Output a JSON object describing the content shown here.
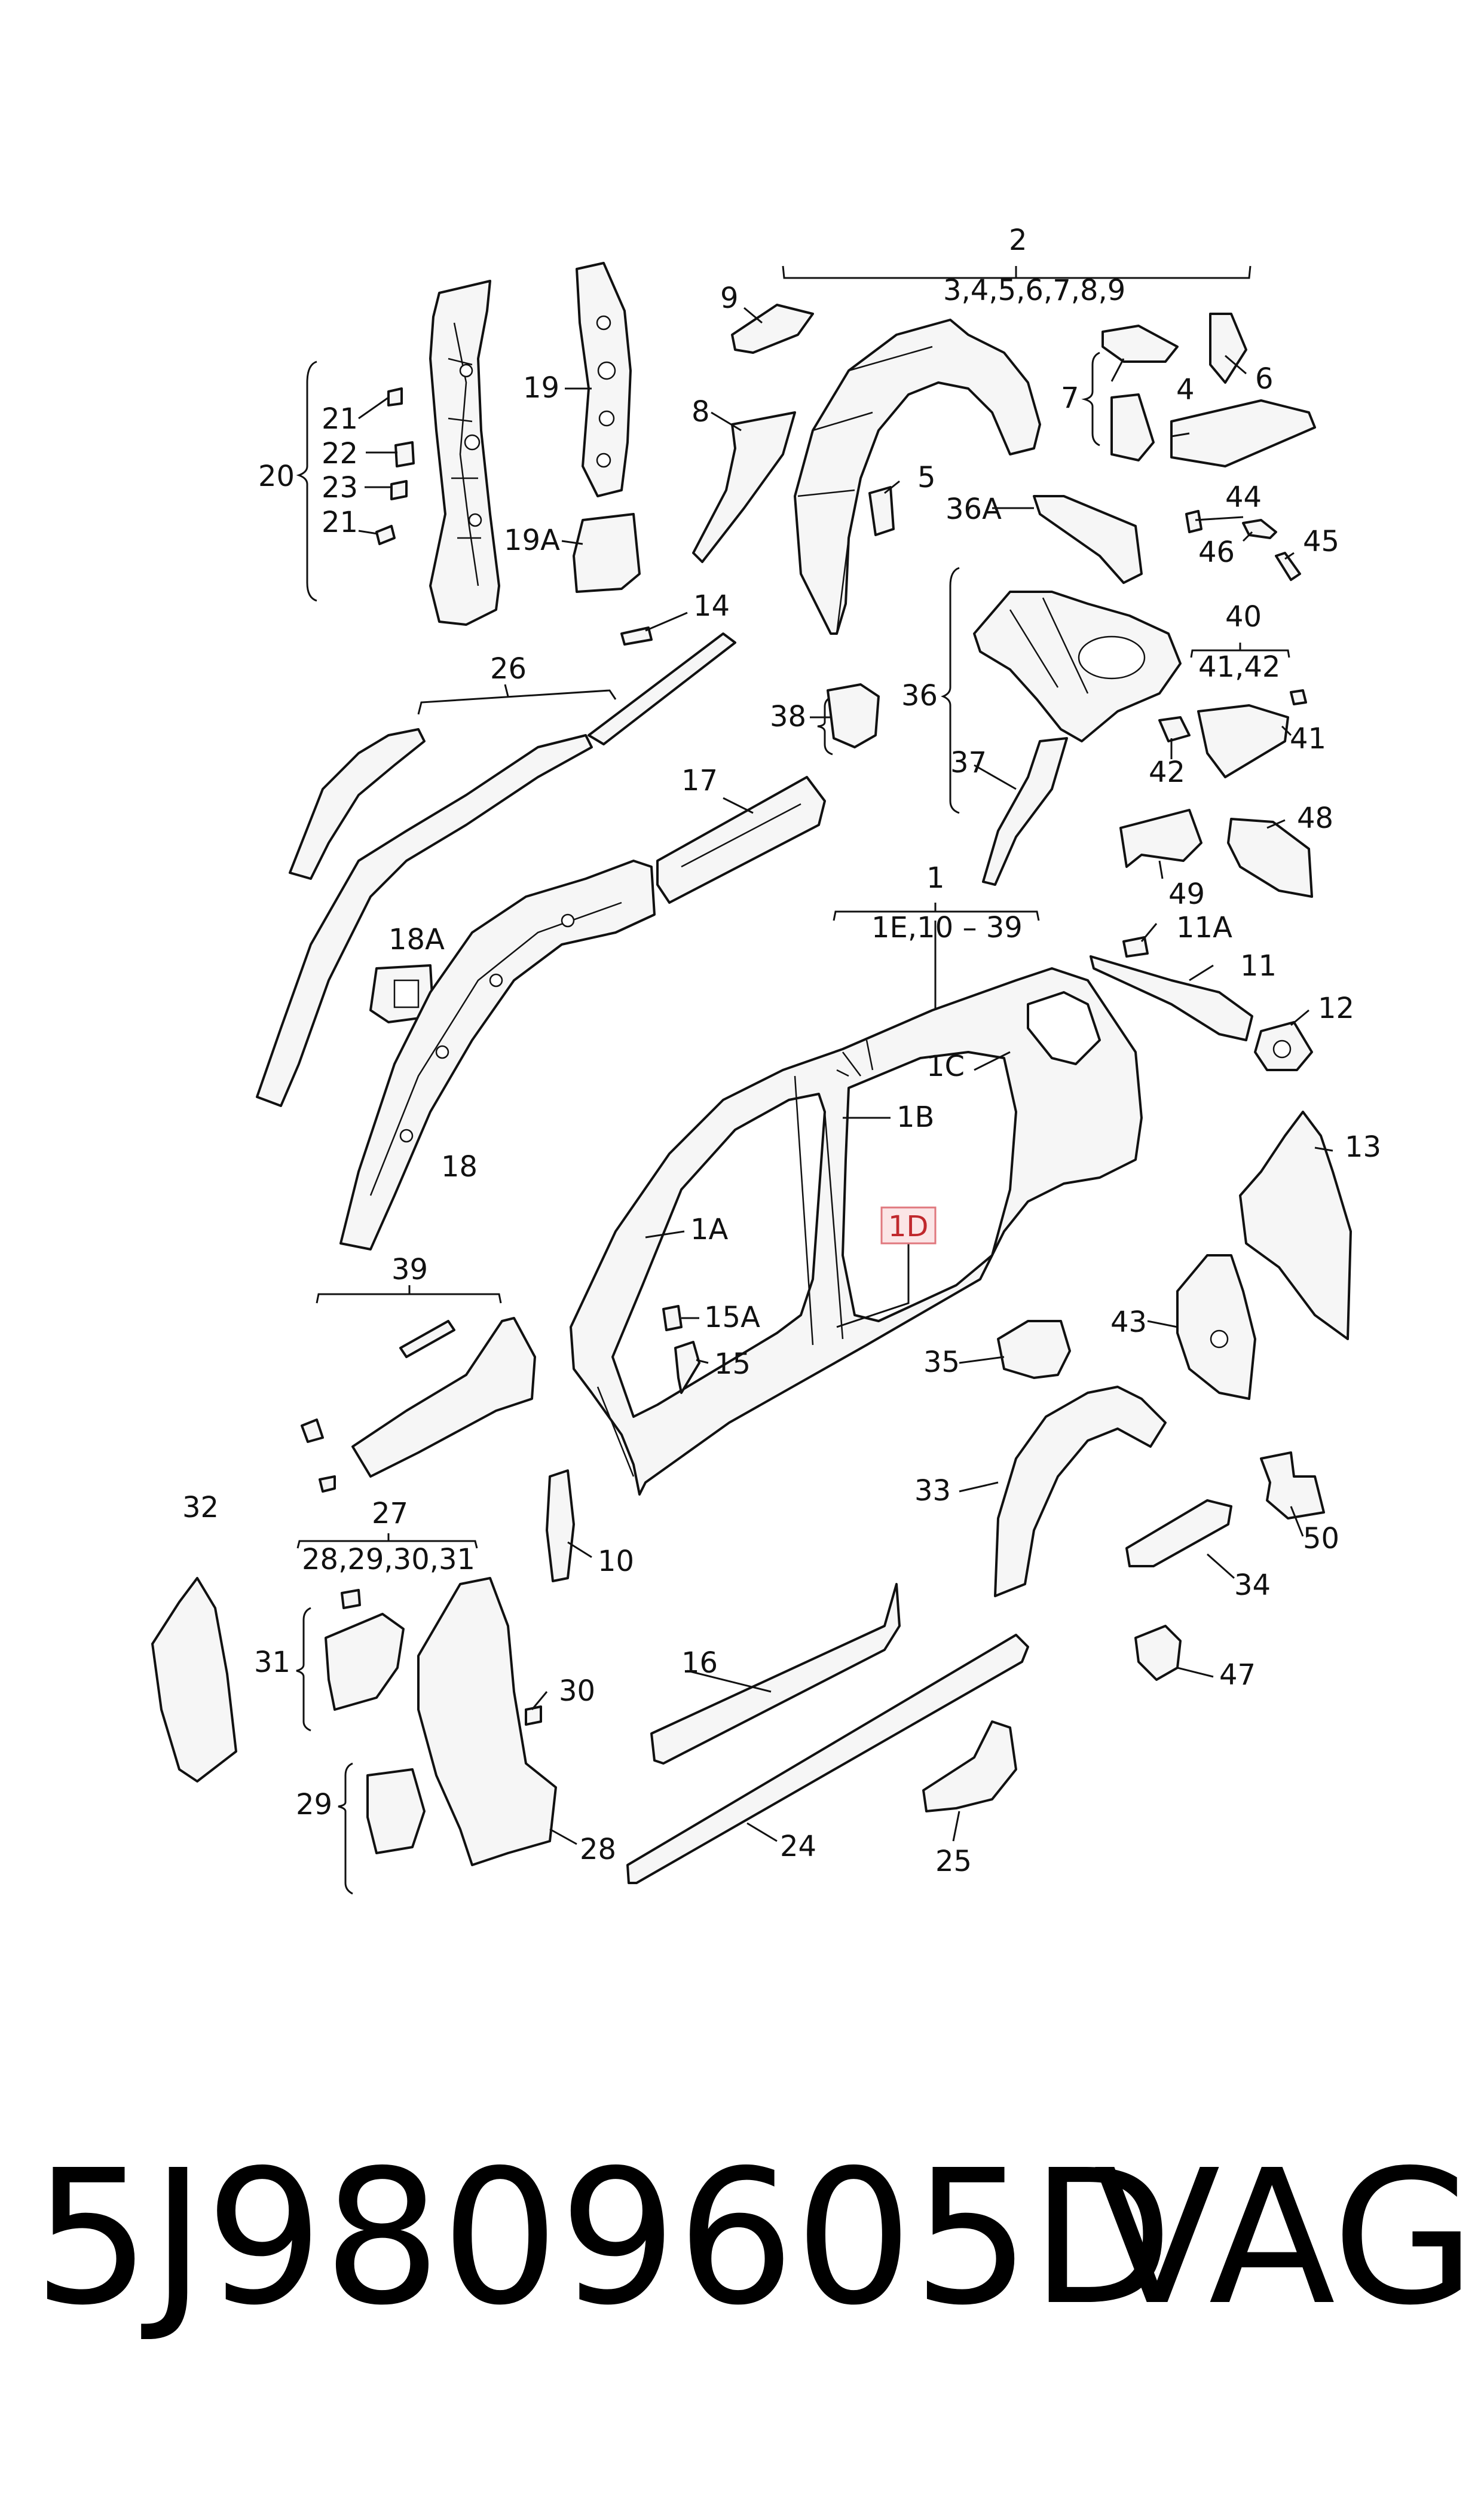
{
  "labels": {
    "l2": "2",
    "l3_9": "3,4,5,6,7,8,9",
    "l9": "9",
    "l19": "19",
    "l19A": "19A",
    "l8": "8",
    "l5": "5",
    "l21a": "21",
    "l22": "22",
    "l23": "23",
    "l21b": "21",
    "l20": "20",
    "l7": "7",
    "l6": "6",
    "l4": "4",
    "l44": "44",
    "l46": "46",
    "l45": "45",
    "l36A": "36A",
    "l14": "14",
    "l26": "26",
    "l38": "38",
    "l36": "36",
    "l40": "40",
    "l41_42": "41,42",
    "l41": "41",
    "l42": "42",
    "l37": "37",
    "l17": "17",
    "l48": "48",
    "l49": "49",
    "l1": "1",
    "l1E": "1E,10 – 39",
    "l11A": "11A",
    "l18A": "18A",
    "l11": "11",
    "l12": "12",
    "l1C": "1C",
    "l1B": "1B",
    "l18": "18",
    "l13": "13",
    "l1A": "1A",
    "l1D": "1D",
    "l39": "39",
    "l15A": "15A",
    "l15": "15",
    "l43": "43",
    "l35": "35",
    "l33": "33",
    "l50": "50",
    "l32": "32",
    "l27": "27",
    "l28_31": "28,29,30,31",
    "l10": "10",
    "l34": "34",
    "l31": "31",
    "l30": "30",
    "l16": "16",
    "l47": "47",
    "l29": "29",
    "l24": "24",
    "l28": "28",
    "l25": "25"
  },
  "footer": {
    "part_number": "5J9809605D",
    "brand": "VAG"
  },
  "colors": {
    "line": "#111111",
    "highlight_fill": "#fbe5e6",
    "highlight_stroke": "#e0787e"
  }
}
